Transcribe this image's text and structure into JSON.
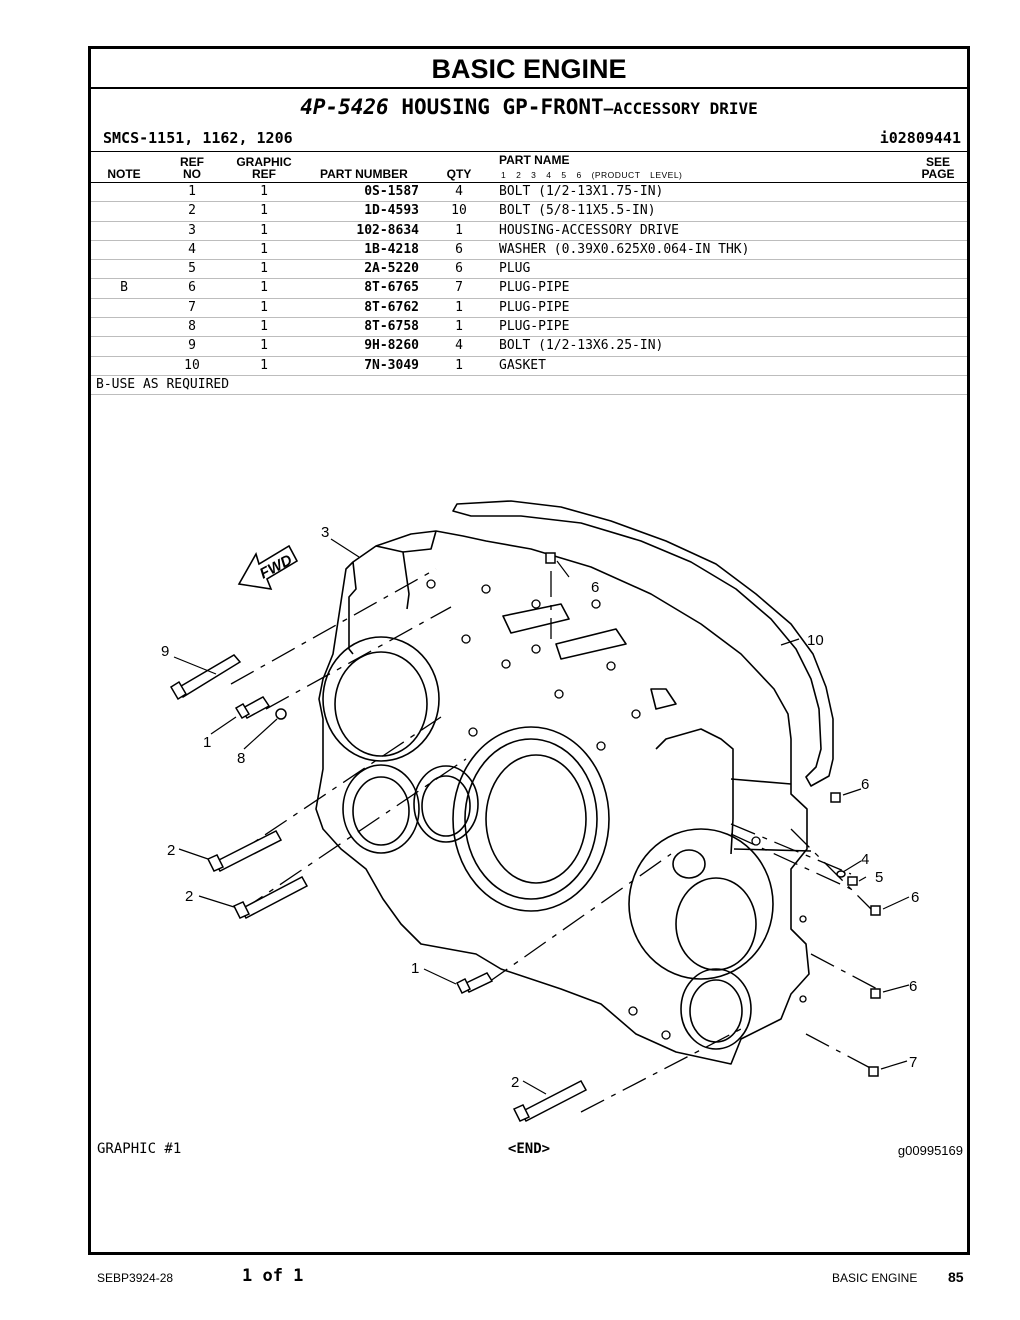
{
  "title": "BASIC ENGINE",
  "subtitle": {
    "part_number": "4P-5426",
    "name": "HOUSING GP-FRONT",
    "suffix": "—ACCESSORY DRIVE"
  },
  "smcs": "SMCS-1151, 1162, 1206",
  "info_id": "i02809441",
  "columns": {
    "note": "NOTE",
    "ref_top": "REF",
    "ref_bottom": "NO",
    "graphic_top": "GRAPHIC",
    "graphic_bottom": "REF",
    "part_number": "PART NUMBER",
    "qty": "QTY",
    "part_name": "PART NAME",
    "product_level": "1 2 3 4 5 6 (PRODUCT LEVEL)",
    "see_top": "SEE",
    "see_bottom": "PAGE"
  },
  "parts": [
    {
      "note": "",
      "ref": "1",
      "graphic": "1",
      "part_number": "0S-1587",
      "qty": "4",
      "name": "BOLT (1/2-13X1.75-IN)"
    },
    {
      "note": "",
      "ref": "2",
      "graphic": "1",
      "part_number": "1D-4593",
      "qty": "10",
      "name": "BOLT (5/8-11X5.5-IN)"
    },
    {
      "note": "",
      "ref": "3",
      "graphic": "1",
      "part_number": "102-8634",
      "qty": "1",
      "name": "HOUSING-ACCESSORY DRIVE"
    },
    {
      "note": "",
      "ref": "4",
      "graphic": "1",
      "part_number": "1B-4218",
      "qty": "6",
      "name": "WASHER (0.39X0.625X0.064-IN THK)"
    },
    {
      "note": "",
      "ref": "5",
      "graphic": "1",
      "part_number": "2A-5220",
      "qty": "6",
      "name": "PLUG"
    },
    {
      "note": "B",
      "ref": "6",
      "graphic": "1",
      "part_number": "8T-6765",
      "qty": "7",
      "name": "PLUG-PIPE"
    },
    {
      "note": "",
      "ref": "7",
      "graphic": "1",
      "part_number": "8T-6762",
      "qty": "1",
      "name": "PLUG-PIPE"
    },
    {
      "note": "",
      "ref": "8",
      "graphic": "1",
      "part_number": "8T-6758",
      "qty": "1",
      "name": "PLUG-PIPE"
    },
    {
      "note": "",
      "ref": "9",
      "graphic": "1",
      "part_number": "9H-8260",
      "qty": "4",
      "name": "BOLT (1/2-13X6.25-IN)"
    },
    {
      "note": "",
      "ref": "10",
      "graphic": "1",
      "part_number": "7N-3049",
      "qty": "1",
      "name": "GASKET"
    }
  ],
  "note_b": "B-USE AS REQUIRED",
  "drawing": {
    "fwd_label": "FWD",
    "callouts": [
      "3",
      "6",
      "10",
      "9",
      "1",
      "8",
      "6",
      "2",
      "2",
      "4",
      "5",
      "6",
      "1",
      "6",
      "2",
      "7"
    ]
  },
  "graphic_label": "GRAPHIC #1",
  "end_label": "<END>",
  "graphic_id": "g00995169",
  "footer": {
    "doc": "SEBP3924-28",
    "page_of": "1 of 1",
    "section": "BASIC ENGINE",
    "page": "85"
  }
}
